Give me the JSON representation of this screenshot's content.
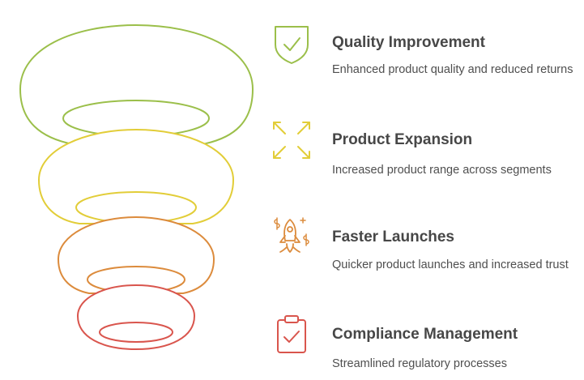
{
  "colors": {
    "green": "#9bbf4a",
    "yellow": "#e2cd38",
    "orange": "#dc8b3c",
    "red": "#d9554d",
    "title_text": "#474747",
    "desc_text": "#4f4f4f"
  },
  "items": [
    {
      "title": "Quality Improvement",
      "description": "Enhanced product quality and reduced returns",
      "icon": "shield-check-icon",
      "color": "#9bbf4a"
    },
    {
      "title": "Product Expansion",
      "description": "Increased product range across segments",
      "icon": "expand-arrows-icon",
      "color": "#e2cd38"
    },
    {
      "title": "Faster Launches",
      "description": "Quicker product launches and increased trust",
      "icon": "rocket-icon",
      "color": "#dc8b3c"
    },
    {
      "title": "Compliance Management",
      "description": "Streamlined regulatory processes",
      "icon": "clipboard-check-icon",
      "color": "#d9554d"
    }
  ]
}
